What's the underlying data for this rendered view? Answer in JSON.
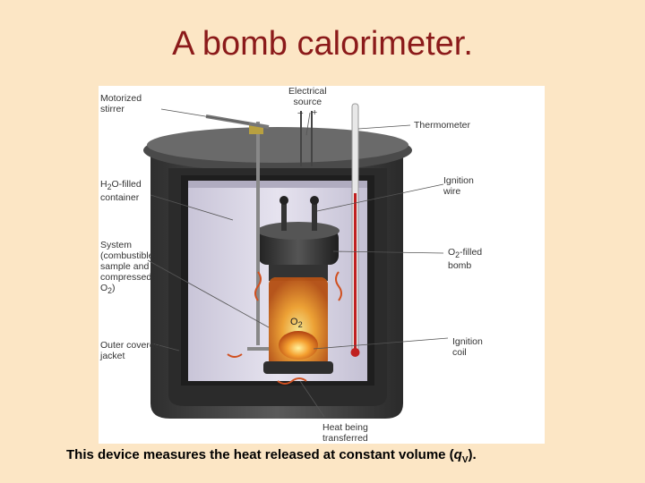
{
  "title": "A bomb calorimeter.",
  "labels": {
    "motorized_stirrer_line1": "Motorized",
    "motorized_stirrer_line2": "stirrer",
    "electrical_source_line1": "Electrical",
    "electrical_source_line2": "source",
    "minus_sign": "–",
    "plus_sign": "+",
    "thermometer": "Thermometer",
    "h2o_prefix": "H",
    "h2o_sub": "2",
    "h2o_suffix": "O-filled",
    "h2o_line2": "container",
    "ignition_wire_line1": "Ignition",
    "ignition_wire_line2": "wire",
    "system_line1": "System",
    "system_line2": "(combustible",
    "system_line3": "sample and",
    "system_line4": "compressed",
    "system_o": "O",
    "system_sub": "2",
    "system_close": ")",
    "o2_bomb_prefix": "O",
    "o2_bomb_sub": "2",
    "o2_bomb_suffix": "-filled",
    "o2_bomb_line2": "bomb",
    "outer_jacket_line1": "Outer covered",
    "outer_jacket_line2": "jacket",
    "ignition_coil_line1": "Ignition",
    "ignition_coil_line2": "coil",
    "heat_line1": "Heat being",
    "heat_line2": "transferred",
    "o2_inside": "O",
    "o2_inside_sub": "2"
  },
  "caption": {
    "text": "This device measures the heat released at constant volume (",
    "q": "q",
    "q_sub": "V",
    "close": ")."
  },
  "colors": {
    "title": "#8b1a1a",
    "background": "#fce6c5",
    "jacket": "#3a3a3a",
    "water": "#dcd8e6",
    "flame": "#f08020"
  }
}
